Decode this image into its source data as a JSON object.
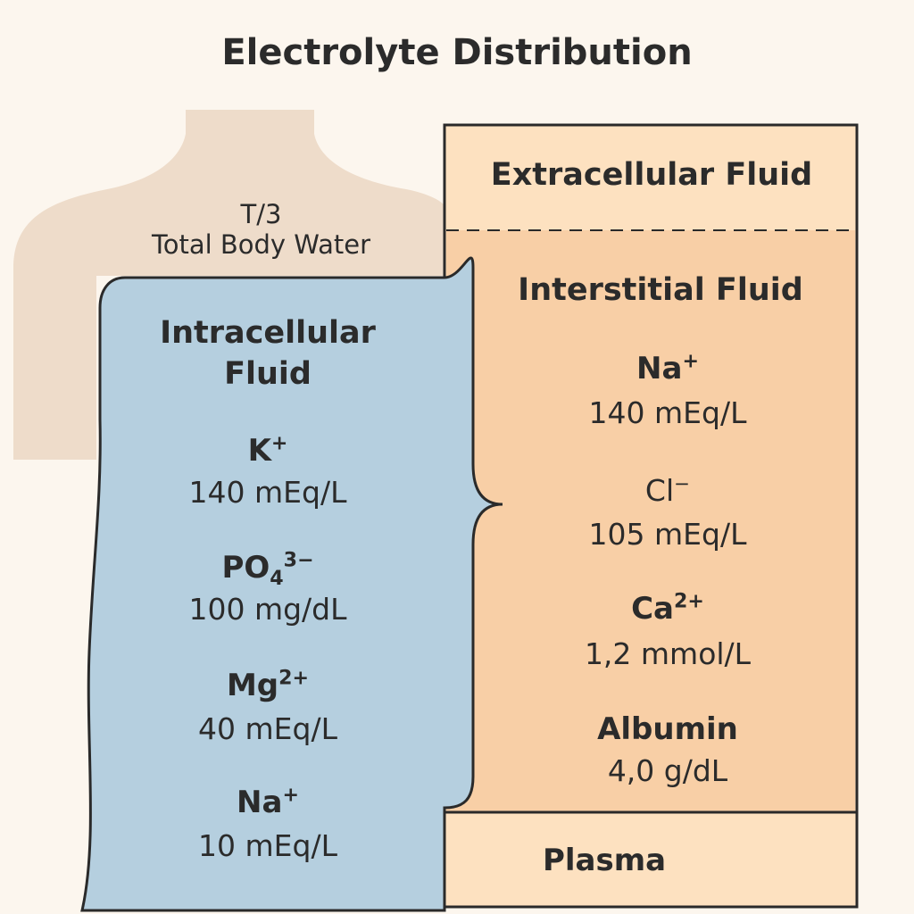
{
  "title": "Electrolyte Distribution",
  "body_label": {
    "fraction": "T/3",
    "text": "Total Body Water"
  },
  "intracellular": {
    "heading_line1": "Intracellular",
    "heading_line2": "Fluid",
    "items": [
      {
        "ion": "K",
        "sup": "+",
        "value": "140 mEq/L"
      },
      {
        "ion": "PO",
        "sub": "4",
        "sup": "3−",
        "value": "100 mg/dL"
      },
      {
        "ion": "Mg",
        "sup": "2+",
        "value": "40 mEq/L"
      },
      {
        "ion": "Na",
        "sup": "+",
        "value": "10 mEq/L"
      }
    ]
  },
  "extracellular": {
    "heading": "Extracellular Fluid",
    "interstitial": {
      "heading": "Interstitial Fluid",
      "items": [
        {
          "ion": "Na",
          "sup": "+",
          "value": "140 mEq/L"
        },
        {
          "ion": "Cl",
          "sup": "−",
          "value": "105 mEq/L"
        },
        {
          "ion": "Ca",
          "sup": "2+",
          "value": "1,2 mmol/L"
        },
        {
          "ion": "Albumin",
          "value": "4,0 g/dL"
        }
      ]
    },
    "plasma": {
      "label": "Plasma"
    }
  },
  "colors": {
    "background": "#fcf6ee",
    "body": "#eedcca",
    "intracellular": "#b5cfdf",
    "extracellular_top": "#fde1c0",
    "interstitial": "#f8cfa6",
    "plasma": "#fde1c0",
    "outline": "#2a2a2a"
  }
}
